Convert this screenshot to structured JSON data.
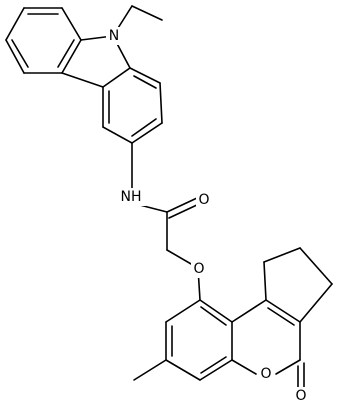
{
  "structure": {
    "atom_labels": {
      "carbazole_nitrogen": "N",
      "amide_nh": "NH",
      "amide_oxygen": "O",
      "ether_oxygen": "O",
      "lactone_ring_oxygen": "O",
      "lactone_carbonyl_oxygen": "O"
    }
  }
}
